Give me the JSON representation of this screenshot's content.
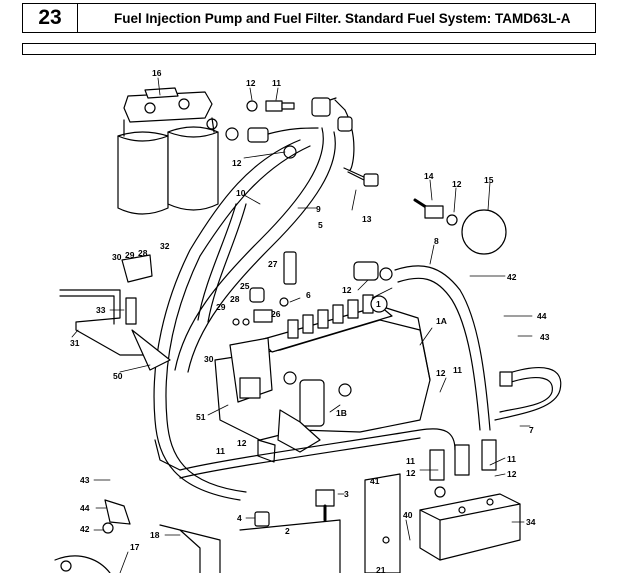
{
  "header": {
    "page_number": "23",
    "title": "Fuel Injection Pump and Fuel Filter. Standard Fuel System: TAMD63L-A"
  },
  "callouts": [
    {
      "id": "c16",
      "text": "16"
    },
    {
      "id": "c12a",
      "text": "12"
    },
    {
      "id": "c11a",
      "text": "11"
    },
    {
      "id": "c12b",
      "text": "12"
    },
    {
      "id": "c10",
      "text": "10"
    },
    {
      "id": "c9",
      "text": "9"
    },
    {
      "id": "c5",
      "text": "5"
    },
    {
      "id": "c13",
      "text": "13"
    },
    {
      "id": "c14",
      "text": "14"
    },
    {
      "id": "c12c",
      "text": "12"
    },
    {
      "id": "c15",
      "text": "15"
    },
    {
      "id": "c8",
      "text": "8"
    },
    {
      "id": "c32",
      "text": "32"
    },
    {
      "id": "c30",
      "text": "30"
    },
    {
      "id": "c29",
      "text": "29"
    },
    {
      "id": "c28a",
      "text": "28"
    },
    {
      "id": "c27",
      "text": "27"
    },
    {
      "id": "c42a",
      "text": "42"
    },
    {
      "id": "c12d",
      "text": "12"
    },
    {
      "id": "c25",
      "text": "25"
    },
    {
      "id": "c6",
      "text": "6"
    },
    {
      "id": "c28b",
      "text": "28"
    },
    {
      "id": "c29b",
      "text": "29"
    },
    {
      "id": "c26",
      "text": "26"
    },
    {
      "id": "c1",
      "text": "1"
    },
    {
      "id": "c33",
      "text": "33"
    },
    {
      "id": "c44a",
      "text": "44"
    },
    {
      "id": "c1a",
      "text": "1A"
    },
    {
      "id": "c43a",
      "text": "43"
    },
    {
      "id": "c31",
      "text": "31"
    },
    {
      "id": "c30b",
      "text": "30"
    },
    {
      "id": "c50",
      "text": "50"
    },
    {
      "id": "c12e",
      "text": "12"
    },
    {
      "id": "c11b",
      "text": "11"
    },
    {
      "id": "c1b",
      "text": "1B"
    },
    {
      "id": "c51",
      "text": "51"
    },
    {
      "id": "c7",
      "text": "7"
    },
    {
      "id": "c12f",
      "text": "12"
    },
    {
      "id": "c11c",
      "text": "11"
    },
    {
      "id": "c11d",
      "text": "11"
    },
    {
      "id": "c12g",
      "text": "12"
    },
    {
      "id": "c11e",
      "text": "11"
    },
    {
      "id": "c12h",
      "text": "12"
    },
    {
      "id": "c43b",
      "text": "43"
    },
    {
      "id": "c41",
      "text": "41"
    },
    {
      "id": "c3",
      "text": "3"
    },
    {
      "id": "c44b",
      "text": "44"
    },
    {
      "id": "c40",
      "text": "40"
    },
    {
      "id": "c34",
      "text": "34"
    },
    {
      "id": "c4",
      "text": "4"
    },
    {
      "id": "c42b",
      "text": "42"
    },
    {
      "id": "c18",
      "text": "18"
    },
    {
      "id": "c2",
      "text": "2"
    },
    {
      "id": "c17",
      "text": "17"
    },
    {
      "id": "c21",
      "text": "21"
    }
  ]
}
